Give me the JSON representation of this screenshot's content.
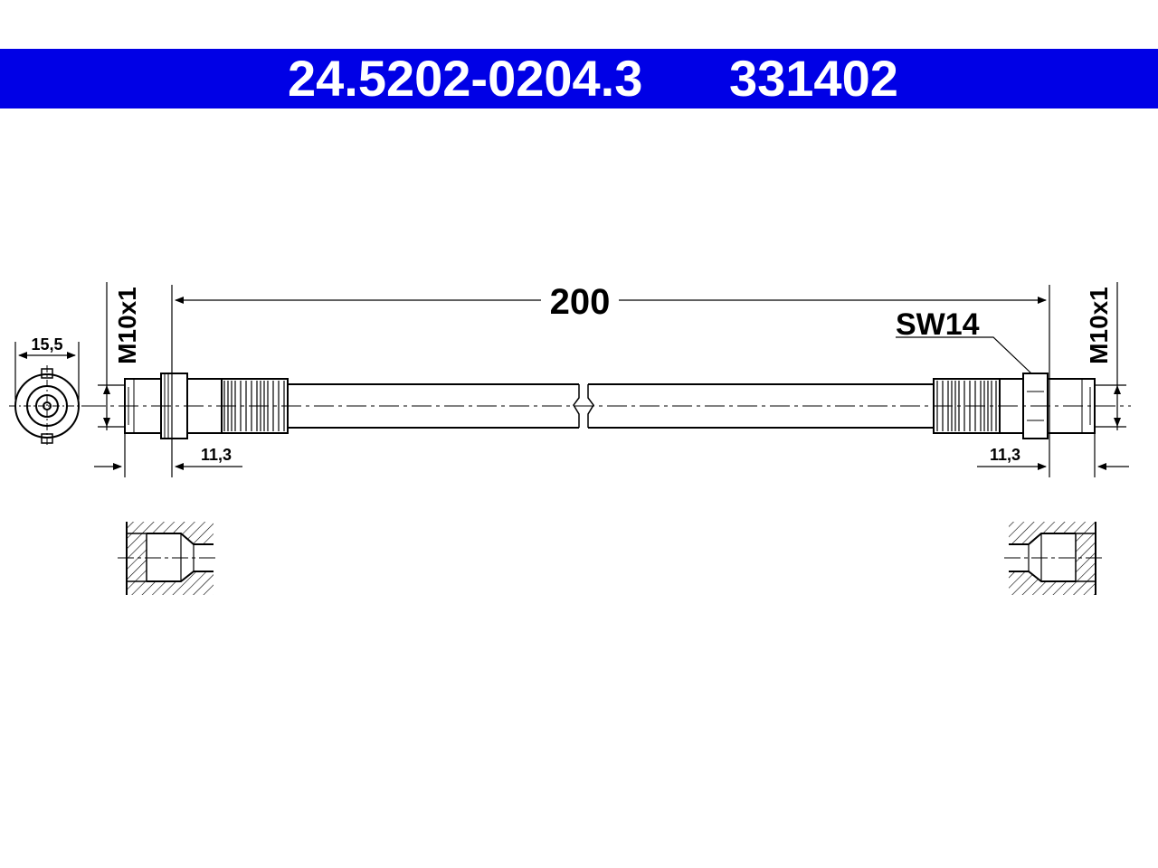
{
  "header": {
    "article_number": "24.5202-0204.3",
    "reference_number": "331402",
    "background_color": "#0000e6",
    "text_color": "#ffffff"
  },
  "drawing": {
    "length": "200",
    "thread_left": "M10x1",
    "thread_right": "M10x1",
    "wrench_size": "SW14",
    "fitting_diameter": "15,5",
    "end_length_left": "11,3",
    "end_length_right": "11,3"
  }
}
